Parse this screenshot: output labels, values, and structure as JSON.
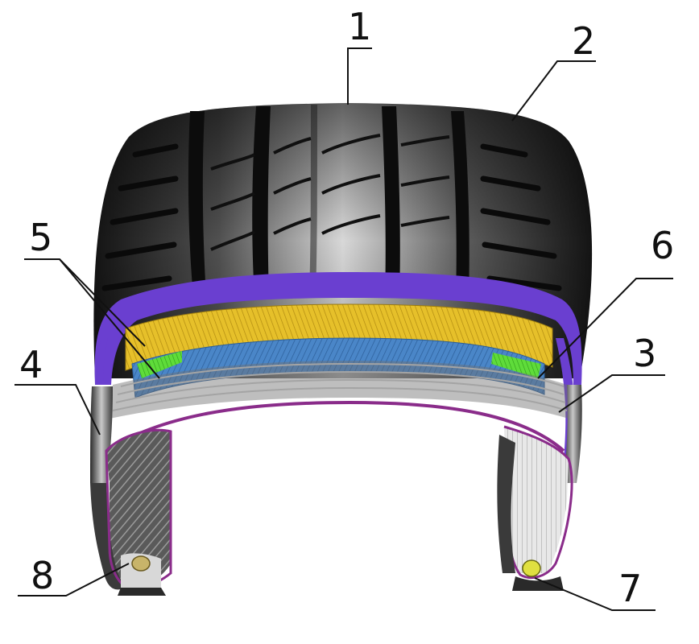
{
  "diagram": {
    "labels": [
      {
        "id": "1",
        "text": "1"
      },
      {
        "id": "2",
        "text": "2"
      },
      {
        "id": "3",
        "text": "3"
      },
      {
        "id": "4",
        "text": "4"
      },
      {
        "id": "5",
        "text": "5"
      },
      {
        "id": "6",
        "text": "6"
      },
      {
        "id": "7",
        "text": "7"
      },
      {
        "id": "8",
        "text": "8"
      }
    ]
  },
  "colors": {
    "tread_dark": "#1c1c1c",
    "tread_mid": "#7a7a7a",
    "tread_light": "#d4d4d4",
    "undertread_purple": "#6a3fd0",
    "belt_yellow": "#e6c02a",
    "belt_blue": "#4a86c8",
    "belt_edge_green": "#5fdc3a",
    "inner_liner_purple": "#8a2c8a",
    "carcass_grey": "#bdbdbd"
  }
}
